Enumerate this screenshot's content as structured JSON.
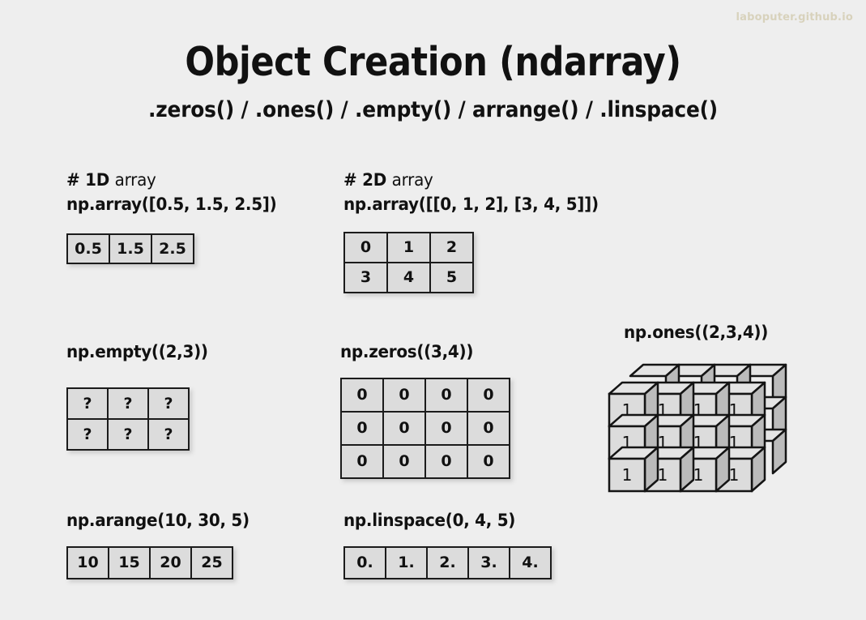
{
  "watermark": "laboputer.github.io",
  "header": {
    "title": "Object Creation (ndarray)",
    "subtitle": ".zeros() / .ones() / .empty() / arrange() / .linspace()"
  },
  "sections": {
    "array_1d": {
      "comment_bold": "# 1D",
      "comment_light": "array",
      "code": "np.array([0.5, 1.5, 2.5])",
      "rows": [
        [
          "0.5",
          "1.5",
          "2.5"
        ]
      ]
    },
    "array_2d": {
      "comment_bold": "# 2D",
      "comment_light": "array",
      "code": "np.array([[0, 1, 2], [3, 4, 5]])",
      "rows": [
        [
          "0",
          "1",
          "2"
        ],
        [
          "3",
          "4",
          "5"
        ]
      ]
    },
    "empty": {
      "code": "np.empty((2,3))",
      "rows": [
        [
          "?",
          "?",
          "?"
        ],
        [
          "?",
          "?",
          "?"
        ]
      ]
    },
    "zeros": {
      "code": "np.zeros((3,4))",
      "rows": [
        [
          "0",
          "0",
          "0",
          "0"
        ],
        [
          "0",
          "0",
          "0",
          "0"
        ],
        [
          "0",
          "0",
          "0",
          "0"
        ]
      ]
    },
    "ones": {
      "code": "np.ones((2,3,4))",
      "depth": 2,
      "rows": 3,
      "cols": 4,
      "value": "1"
    },
    "arange": {
      "code": "np.arange(10, 30, 5)",
      "rows": [
        [
          "10",
          "15",
          "20",
          "25"
        ]
      ]
    },
    "linspace": {
      "code": "np.linspace(0, 4, 5)",
      "rows": [
        [
          "0.",
          "1.",
          "2.",
          "3.",
          "4."
        ]
      ]
    }
  },
  "colors": {
    "background": "#eeeeee",
    "cell_fill": "#dcdcdc",
    "ink": "#111111",
    "cube_top": "#e4e4e4",
    "cube_right": "#bbbbbb",
    "watermark": "#d8d2bc"
  }
}
